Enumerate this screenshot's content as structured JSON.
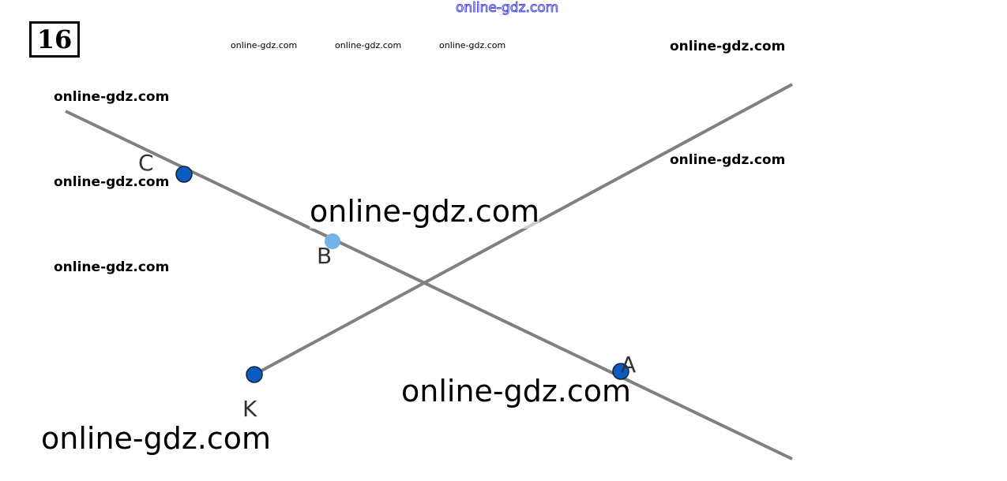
{
  "problem_number": "16",
  "watermarks": {
    "top": "online-gdz.com",
    "small": [
      "online-gdz.com",
      "online-gdz.com",
      "online-gdz.com"
    ],
    "medium": [
      "online-gdz.com",
      "online-gdz.com",
      "online-gdz.com",
      "online-gdz.com",
      "online-gdz.com"
    ],
    "large": [
      "online-gdz.com",
      "online-gdz.com",
      "online-gdz.com"
    ]
  },
  "points": {
    "C": "C",
    "B": "B",
    "A": "A",
    "K": "K"
  },
  "colors": {
    "line": "#808080",
    "point": "#0a5cbf",
    "point_b": "#74b3e8"
  }
}
